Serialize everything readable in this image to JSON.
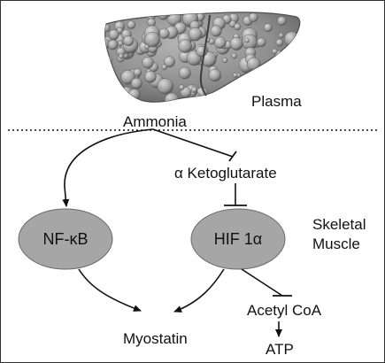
{
  "labels": {
    "plasma": "Plasma",
    "ammonia": "Ammonia",
    "alpha_ketoglutarate": "α Ketoglutarate",
    "skeletal_muscle_line1": "Skeletal",
    "skeletal_muscle_line2": "Muscle",
    "nf_kb": "NF-κB",
    "hif1a": "HIF 1α",
    "acetyl_coa": "Acetyl CoA",
    "myostatin": "Myostatin",
    "atp": "ATP"
  },
  "images": {
    "organ": "liver-illustration"
  },
  "colors": {
    "organ_fill": "#8f8f8f",
    "organ_dark": "#4e4e4e",
    "organ_light": "#c9c9c9",
    "node_fill": "#a6a6a6",
    "node_stroke": "#6a6a6a",
    "line": "#111111",
    "frame": "#333333"
  }
}
